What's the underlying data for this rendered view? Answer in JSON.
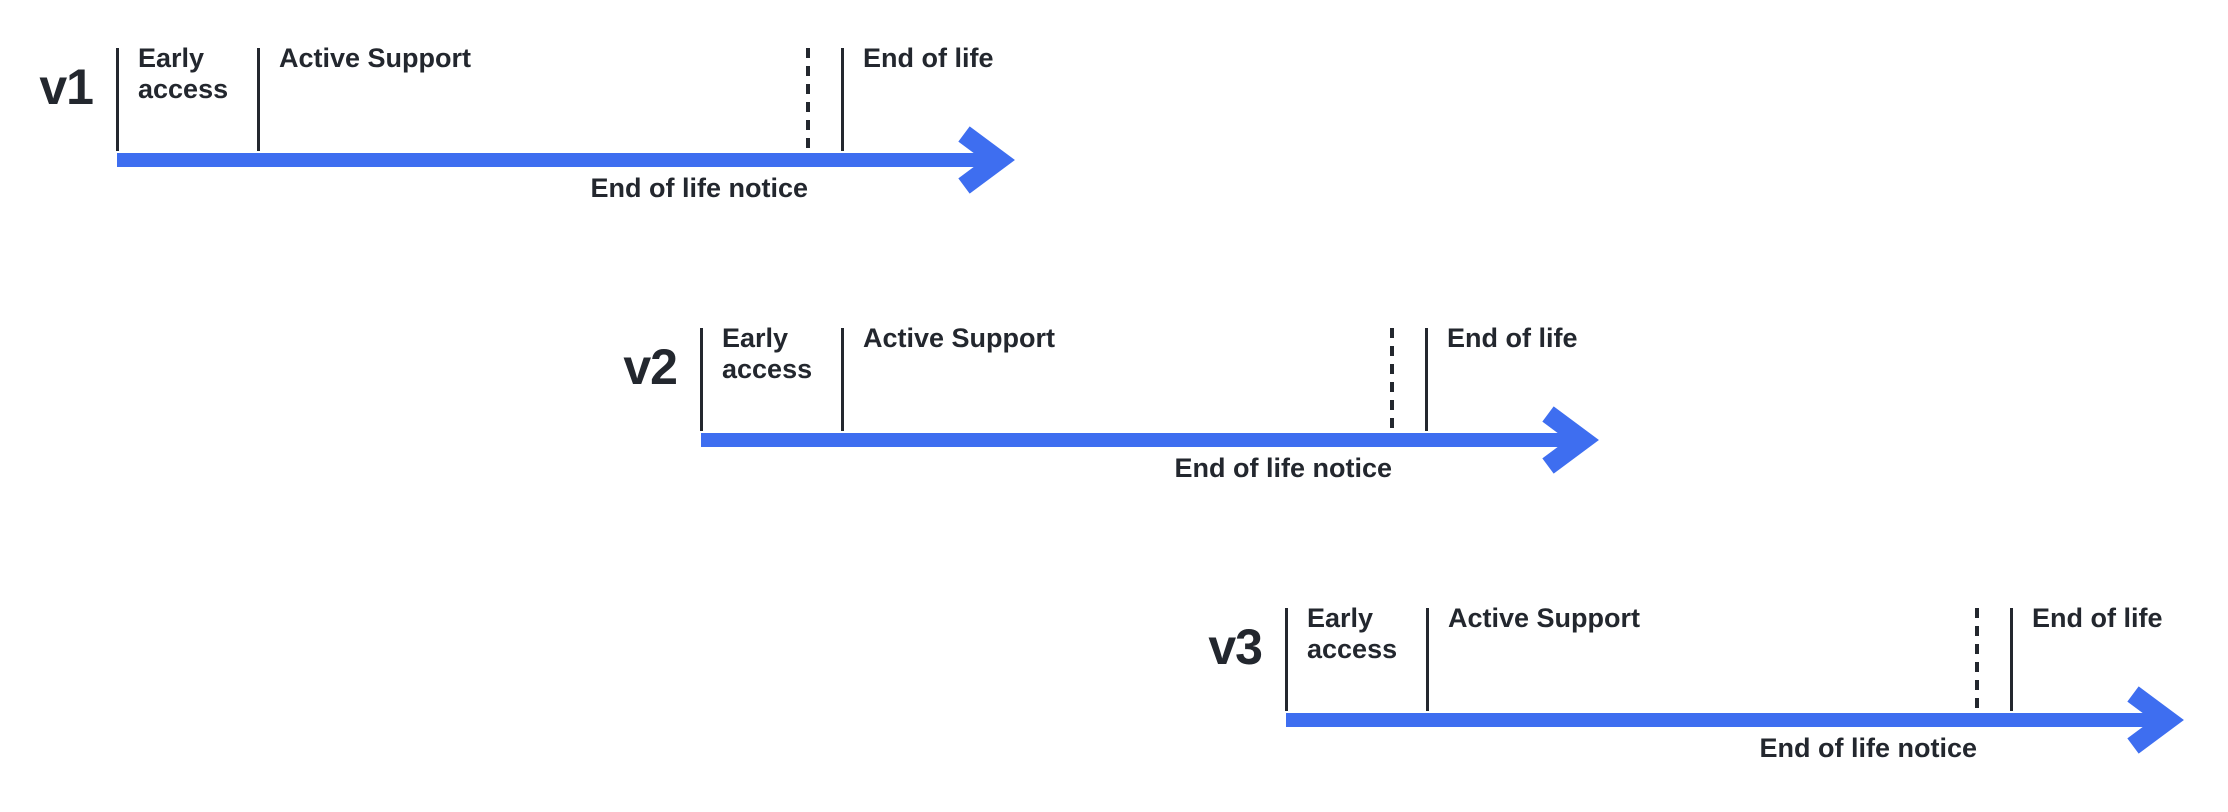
{
  "colors": {
    "arrow": "#3e6ef0",
    "text": "#23272e",
    "background": "#ffffff"
  },
  "rows": [
    {
      "version": "v1",
      "early_access": "Early\naccess",
      "active_support": "Active Support",
      "end_of_life": "End of life",
      "end_of_life_notice": "End of life notice"
    },
    {
      "version": "v2",
      "early_access": "Early\naccess",
      "active_support": "Active Support",
      "end_of_life": "End of life",
      "end_of_life_notice": "End of life notice"
    },
    {
      "version": "v3",
      "early_access": "Early\naccess",
      "active_support": "Active Support",
      "end_of_life": "End of life",
      "end_of_life_notice": "End of life notice"
    }
  ]
}
